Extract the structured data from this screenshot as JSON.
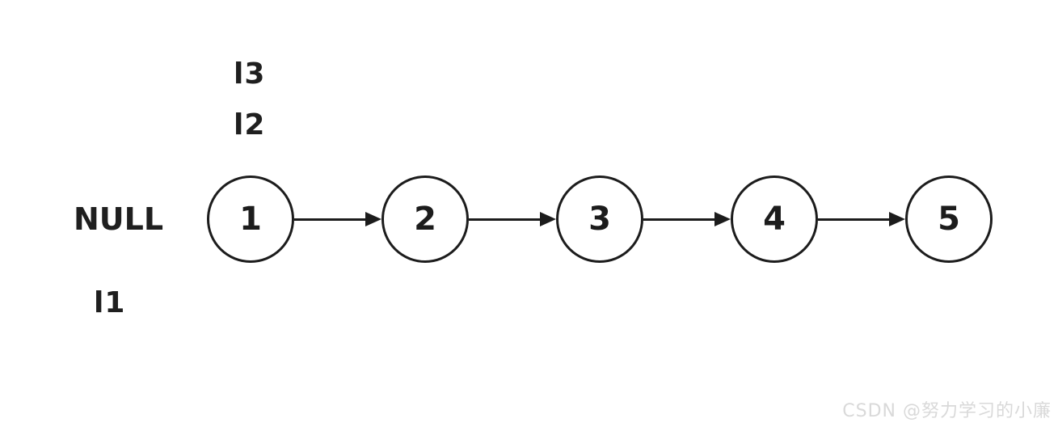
{
  "diagram": {
    "labels": {
      "l3": "l3",
      "l2": "l2",
      "null_label": "NULL",
      "l1": "l1"
    },
    "linked_list": {
      "nodes": [
        "1",
        "2",
        "3",
        "4",
        "5"
      ]
    },
    "colors": {
      "stroke": "#1c1c1c",
      "text": "#1f1f1f",
      "background": "#ffffff",
      "watermark": "#d9d9d9"
    }
  },
  "watermark": {
    "text": "CSDN @努力学习的小廉"
  }
}
